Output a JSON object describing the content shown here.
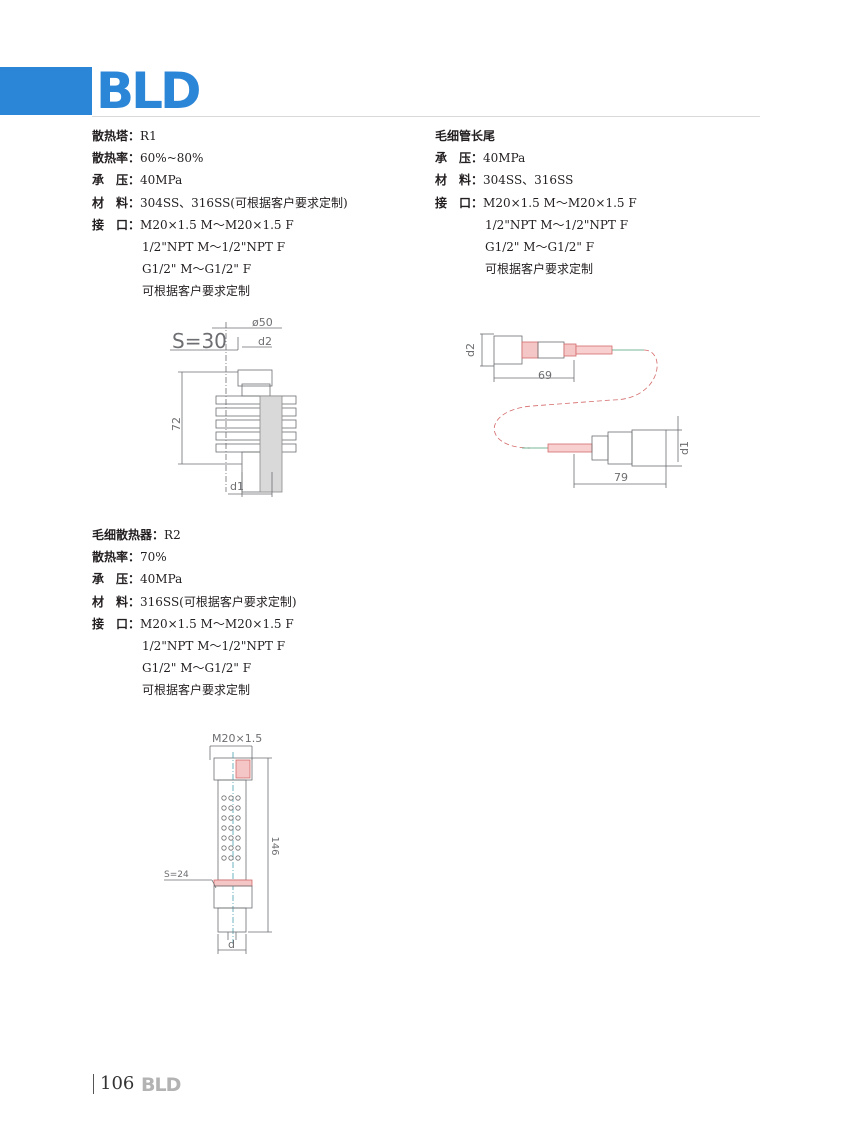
{
  "header": {
    "logo_text": "BLD"
  },
  "products": {
    "r1": {
      "title": "散热塔",
      "rows": [
        {
          "label": "散热塔",
          "value": "R1"
        },
        {
          "label": "散热率",
          "value": "60%~80%"
        },
        {
          "label": "承　压",
          "value": "40MPa"
        },
        {
          "label": "材　料",
          "value": "304SS、316SS(可根据客户要求定制)"
        },
        {
          "label": "接　口",
          "value": "M20×1.5  M～M20×1.5  F"
        }
      ],
      "extra": [
        "1/2\"NPT  M～1/2\"NPT  F",
        "G1/2\"  M～G1/2\"  F",
        "可根据客户要求定制"
      ],
      "drawing": {
        "s": "S=30",
        "top": "ø50",
        "d2": "d2",
        "height": "72",
        "d1": "d1"
      }
    },
    "capillary_tail": {
      "title": "毛细管长尾",
      "rows": [
        {
          "label": "承　压",
          "value": "40MPa"
        },
        {
          "label": "材　料",
          "value": "304SS、316SS"
        },
        {
          "label": "接　口",
          "value": "M20×1.5  M～M20×1.5  F"
        }
      ],
      "extra": [
        "1/2\"NPT  M～1/2\"NPT  F",
        "G1/2\"  M～G1/2\"  F",
        "可根据客户要求定制"
      ],
      "drawing": {
        "d2": "d2",
        "len1": "69",
        "len2": "79",
        "d1": "d1"
      }
    },
    "r2": {
      "rows": [
        {
          "label": "毛细散热器",
          "value": "R2"
        },
        {
          "label": "散热率",
          "value": "70%"
        },
        {
          "label": "承　压",
          "value": "40MPa"
        },
        {
          "label": "材　料",
          "value": "316SS(可根据客户要求定制)"
        },
        {
          "label": "接　口",
          "value": "M20×1.5  M～M20×1.5  F"
        }
      ],
      "extra": [
        "1/2\"NPT  M～1/2\"NPT  F",
        "G1/2\"  M～G1/2\"  F",
        "可根据客户要求定制"
      ],
      "drawing": {
        "thread": "M20×1.5",
        "height": "146",
        "s": "S=24",
        "d": "d"
      }
    }
  },
  "footer": {
    "page_number": "106",
    "logo_text": "BLD"
  }
}
